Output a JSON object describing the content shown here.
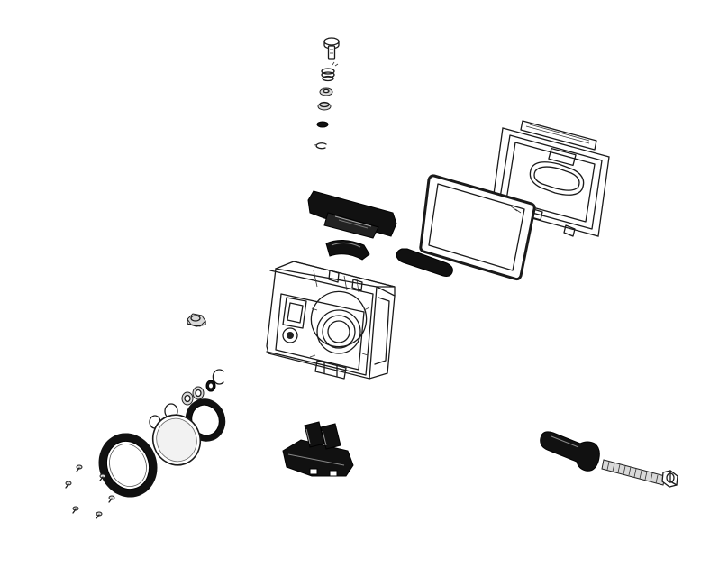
{
  "diagram": {
    "type": "exploded-assembly-drawing",
    "background_color": "#ffffff",
    "ink_color": "#111111",
    "parts": [
      "screw",
      "spring",
      "washer",
      "nut",
      "o-ring",
      "clip",
      "back-door",
      "back-gasket",
      "top-latch",
      "latch-pad",
      "side-seal",
      "housing",
      "thumb-screw",
      "lens-ring",
      "lens-glass",
      "lens-gasket",
      "small-screws",
      "mount-buckle",
      "thumb-knob",
      "long-bolt"
    ]
  }
}
